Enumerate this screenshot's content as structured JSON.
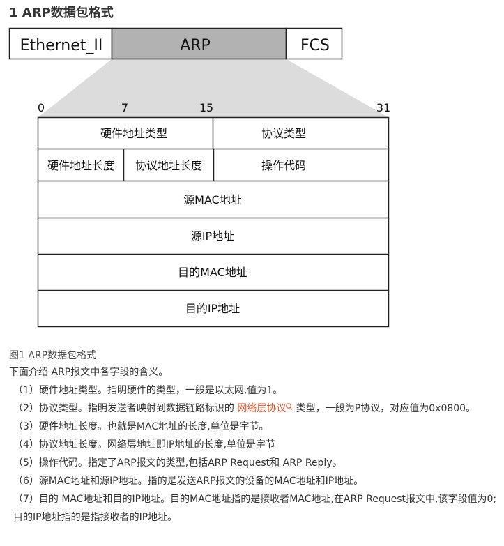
{
  "heading": "1 ARP数据包格式",
  "frame": {
    "ethernet": "Ethernet_II",
    "arp": "ARP",
    "fcs": "FCS"
  },
  "bit_labels": [
    "0",
    "7",
    "15",
    "31"
  ],
  "fields": {
    "hw_type": "硬件地址类型",
    "proto_type": "协议类型",
    "hw_len": "硬件地址长度",
    "proto_len": "协议地址长度",
    "opcode": "操作代码",
    "src_mac": "源MAC地址",
    "src_ip": "源IP地址",
    "dst_mac": "目的MAC地址",
    "dst_ip": "目的IP地址"
  },
  "colors": {
    "arp_fill": "#b2b2b2",
    "link": "#e8542a"
  },
  "caption": "图1 ARP数据包格式",
  "intro": "下面介绍 ARP报文中各字段的含义。",
  "items": [
    {
      "text": "（1）硬件地址类型。指明硬件的类型，一般是以太网,值为1。"
    },
    {
      "pre": "（2）协议类型。指明发送者映射到数据链路标识的 ",
      "link": "网络层协议",
      "link_icon": "search-icon",
      "post": " 类型，一般为P协议，对应值为0x0800。"
    },
    {
      "text": "（3）硬件地址长度。也就是MAC地址的长度,单位是字节。"
    },
    {
      "text": "（4）协议地址长度。网络层地址即IP地址的长度,单位是字节"
    },
    {
      "text": "（5）操作代码。指定了ARP报文的类型,包括ARP Request和 ARP Reply。"
    },
    {
      "text": "（6）源MAC地址和源IP地址。指的是发送ARP报文的设备的MAC地址和IP地址。"
    },
    {
      "text": "（7）目的 MAC地址和目的IP地址。目的MAC地址指的是接收者MAC地址,在ARP Request报文中,该字段值为0;目的IP地址指的是指接收者的IP地址。"
    }
  ]
}
